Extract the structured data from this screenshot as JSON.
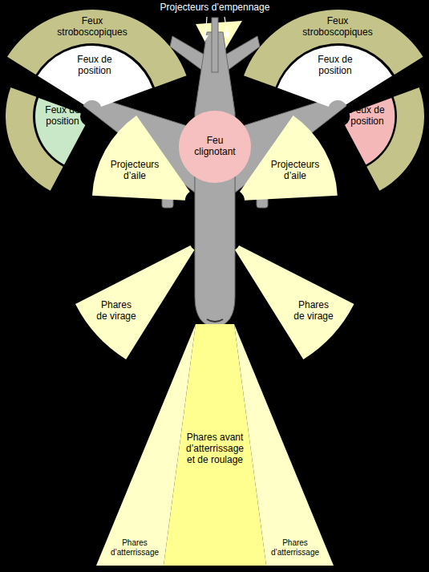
{
  "diagram": {
    "nodes": [
      {
        "text": [
          "Feux stroboscopiques"
        ]
      },
      {
        "text": [
          "Feux de position"
        ],
        "in": 0
      },
      {
        "text": [
          "Feux stroboscopiques"
        ]
      },
      {
        "text": [
          "Feux de position"
        ],
        "in": 2
      },
      {
        "text": [
          "Feux de position"
        ]
      },
      {
        "text": [
          "Feux de position"
        ]
      },
      {
        "text": [
          "Feu clignotant"
        ]
      },
      {
        "text": [
          "Projecteurs d’aile"
        ]
      },
      {
        "text": [
          "Projecteurs d’aile"
        ]
      },
      {
        "text": [
          "Phares de virage"
        ]
      },
      {
        "text": [
          "Phares de virage"
        ]
      },
      {
        "text": [
          "Phares avant d’atterrissage et de roulage"
        ]
      },
      {
        "text": [
          "Phares d’atterrissage"
        ]
      },
      {
        "text": [
          "Phares d’atterrissage"
        ]
      }
    ],
    "labels": [
      "Projecteurs d’empennage"
    ]
  }
}
